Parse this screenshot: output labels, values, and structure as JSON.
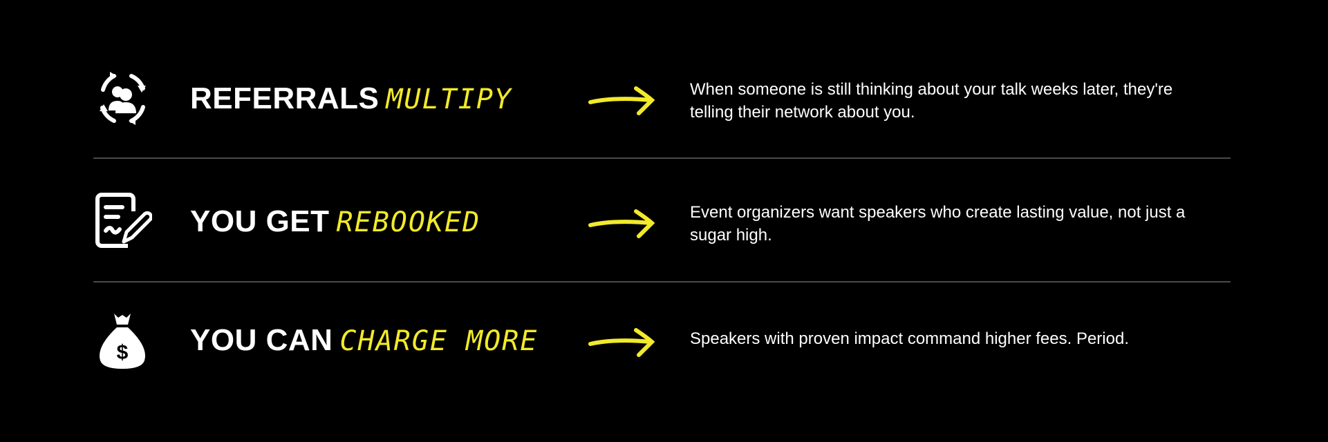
{
  "rows": [
    {
      "heading": "REFERRALS",
      "accent": "MULTIPY",
      "icon": "referral-cycle-icon",
      "description": "When someone is still thinking about your talk weeks later, they're telling their network about you."
    },
    {
      "heading": "YOU GET",
      "accent": "REBOOKED",
      "icon": "document-edit-icon",
      "description": "Event organizers want speakers who create lasting value, not just a sugar high."
    },
    {
      "heading": "YOU CAN",
      "accent": "CHARGE MORE",
      "icon": "money-bag-icon",
      "description": "Speakers with proven impact command higher fees. Period."
    }
  ],
  "colors": {
    "accent": "#f2ea2a",
    "background": "#000000",
    "divider": "#4a4a4a"
  }
}
